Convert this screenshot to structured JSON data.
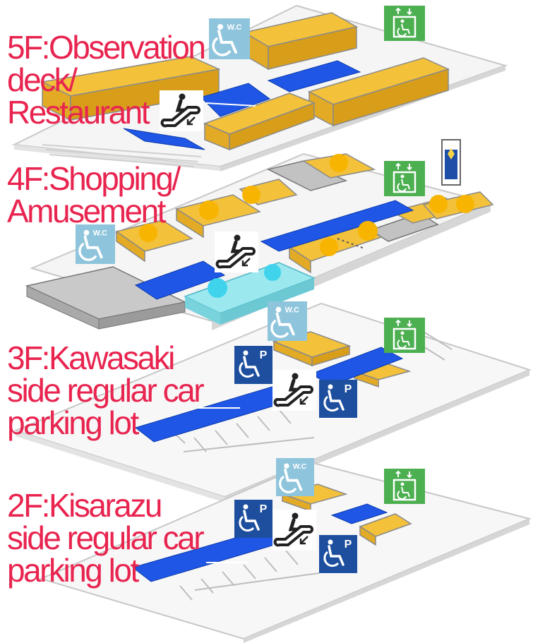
{
  "floors": [
    {
      "id": "5F",
      "lines": [
        "5F:Observation",
        "deck/",
        "Restaurant"
      ]
    },
    {
      "id": "4F",
      "lines": [
        "4F:Shopping/",
        "Amusement"
      ]
    },
    {
      "id": "3F",
      "lines": [
        "3F:Kawasaki",
        "side regular car",
        "parking lot"
      ]
    },
    {
      "id": "2F",
      "lines": [
        "2F:Kisarazu",
        "side regular car",
        "parking lot"
      ]
    }
  ],
  "icons": {
    "restroom_label": "W.C",
    "parking_label": "P"
  },
  "colors": {
    "label_text": "#e8244f",
    "shop_block": "#f3c13a",
    "walkway": "#1f56e6",
    "service_block": "#b9b9b9",
    "amusement_area": "#9be8ef",
    "floor_slab": "#f6f6f6",
    "restroom_sign": "#8fc5dc",
    "elevator_sign": "#4caf50",
    "accessible_parking_sign": "#1d4f9e",
    "facility_marker": "#f7b400"
  }
}
